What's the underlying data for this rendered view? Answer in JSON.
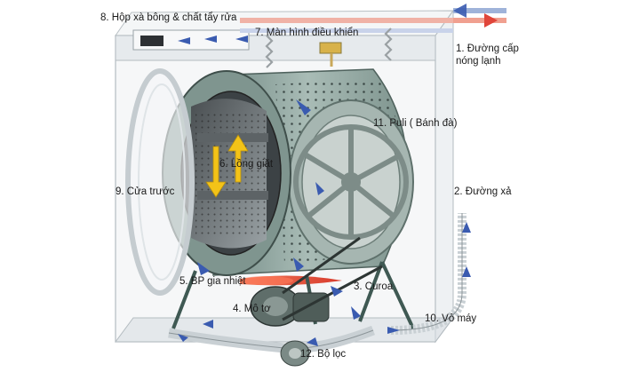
{
  "labels": {
    "l1_line1": "1. Đường cấp",
    "l1_line2": "nóng lạnh",
    "l2": "2. Đường xả",
    "l3": "3. Curoa",
    "l4": "4. Mô tơ",
    "l5": "5. BP gia nhiệt",
    "l6": "6. Lồng giặt",
    "l7": "7. Màn hình điều khiển",
    "l8": "8. Hộp xà bông & chất tẩy rửa",
    "l9": "9. Cửa trước",
    "l10": "10. Vỏ máy",
    "l11": "11. Puli ( Bánh đà)",
    "l12": "12. Bộ lọc"
  },
  "colors": {
    "hot_water": "#e0453a",
    "cold_water": "#3a5bb0",
    "drum": "#8fa59f",
    "body": "#e9ecef",
    "arrow_yellow": "#f3c318"
  }
}
